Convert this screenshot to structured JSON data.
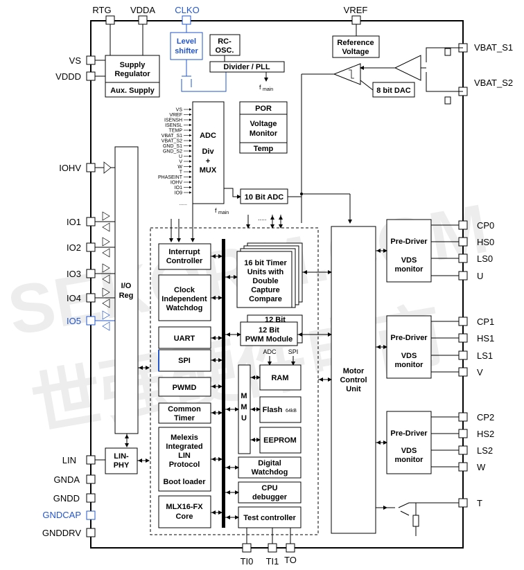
{
  "watermark": {
    "latin": "SEKORM.COM",
    "cjk": "世强硬件电商"
  },
  "pins": {
    "rtg": "RTG",
    "vdda": "VDDA",
    "clko": "CLKO",
    "vref": "VREF",
    "vs": "VS",
    "vddd": "VDDD",
    "iohv": "IOHV",
    "io1": "IO1",
    "io2": "IO2",
    "io3": "IO3",
    "io4": "IO4",
    "io5": "IO5",
    "lin": "LIN",
    "gnda": "GNDA",
    "gndd": "GNDD",
    "gndcap": "GNDCAP",
    "gnddrv": "GNDDRV",
    "vbat_s1": "VBAT_S1",
    "vbat_s2": "VBAT_S2",
    "cp0": "CP0",
    "hs0": "HS0",
    "ls0": "LS0",
    "u": "U",
    "cp1": "CP1",
    "hs1": "HS1",
    "ls1": "LS1",
    "v": "V",
    "cp2": "CP2",
    "hs2": "HS2",
    "ls2": "LS2",
    "w": "W",
    "t": "T",
    "ti0": "TI0",
    "ti1": "TI1",
    "to": "TO"
  },
  "blocks": {
    "supply_regulator": [
      "Supply",
      "Regulator"
    ],
    "aux_supply": "Aux. Supply",
    "level_shifter": [
      "Level",
      "shifter"
    ],
    "rc_osc": [
      "RC-",
      "OSC."
    ],
    "divider_pll": "Divider / PLL",
    "fmain": "f",
    "fmain_sub": "main",
    "reference_voltage": [
      "Reference",
      "Voltage"
    ],
    "dac": "8 bit DAC",
    "adc_mux": [
      "ADC",
      "Div",
      "+",
      "MUX"
    ],
    "adc_inputs": [
      "VS",
      "VREF",
      "ISENSH",
      "ISENSL",
      "TEMP",
      "VBAT_S1",
      "VBAT_S2",
      "GND_S1",
      "GND_S2",
      "U",
      "V",
      "W",
      "T",
      "PHASEINT",
      "IOHV",
      "IO1",
      "IO9",
      "......"
    ],
    "por": "POR",
    "voltage_monitor": [
      "Voltage",
      "Monitor"
    ],
    "temp": "Temp",
    "adc10": "10 Bit ADC",
    "io_reg": [
      "I/O",
      "Reg"
    ],
    "lin_phy": [
      "LIN-",
      "PHY"
    ],
    "interrupt_controller": [
      "Interrupt",
      "Controller"
    ],
    "watchdog": [
      "Clock",
      "Independent",
      "Watchdog"
    ],
    "uart": "UART",
    "spi": "SPI",
    "pwmd": "PWMD",
    "common_timer": [
      "Common",
      "Timer"
    ],
    "lin_protocol": [
      "Melexis",
      "Integrated",
      "LIN",
      "Protocol",
      "Boot loader"
    ],
    "core": [
      "MLX16-FX",
      "Core"
    ],
    "timer_units": [
      "16 bit Timer",
      "Units with",
      "Double",
      "Capture",
      "Compare"
    ],
    "pwm_module": [
      "12 Bit",
      "PWM Module"
    ],
    "pwm_peek": "12 Bit",
    "mmu": [
      "M",
      "M",
      "U"
    ],
    "adc_label": "ADC",
    "spi_label": "SPI",
    "ram": "RAM",
    "flash": "Flash",
    "flash_size": "64kB",
    "eeprom": "EEPROM",
    "digital_watchdog": [
      "Digital",
      "Watchdog"
    ],
    "cpu_debugger": [
      "CPU",
      "debugger"
    ],
    "test_controller": "Test controller",
    "motor_control_unit": [
      "Motor",
      "Control",
      "Unit"
    ],
    "pre_driver": "Pre-Driver",
    "vds_monitor": [
      "VDS",
      "monitor"
    ],
    "dots": "....."
  }
}
